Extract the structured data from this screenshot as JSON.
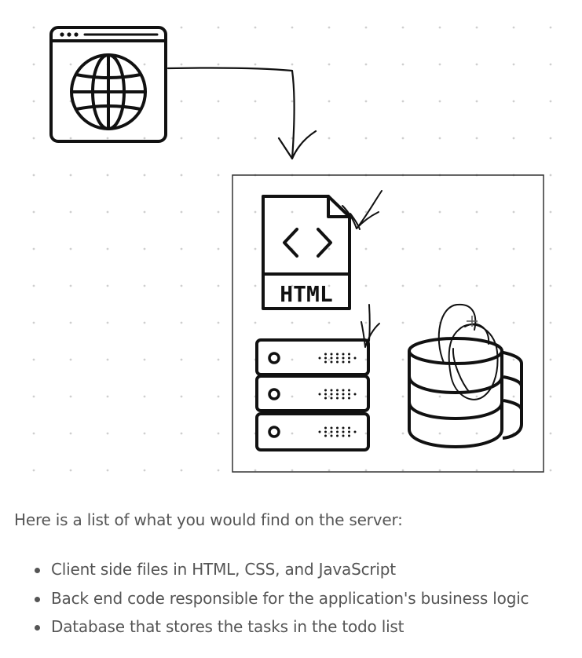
{
  "diagram": {
    "html_icon_label": "HTML"
  },
  "text": {
    "intro": "Here is a list of what you would find on the server:",
    "items": [
      "Client side files in HTML, CSS, and JavaScript",
      "Back end code responsible for the application's business logic",
      "Database that stores the tasks in the todo list"
    ]
  }
}
